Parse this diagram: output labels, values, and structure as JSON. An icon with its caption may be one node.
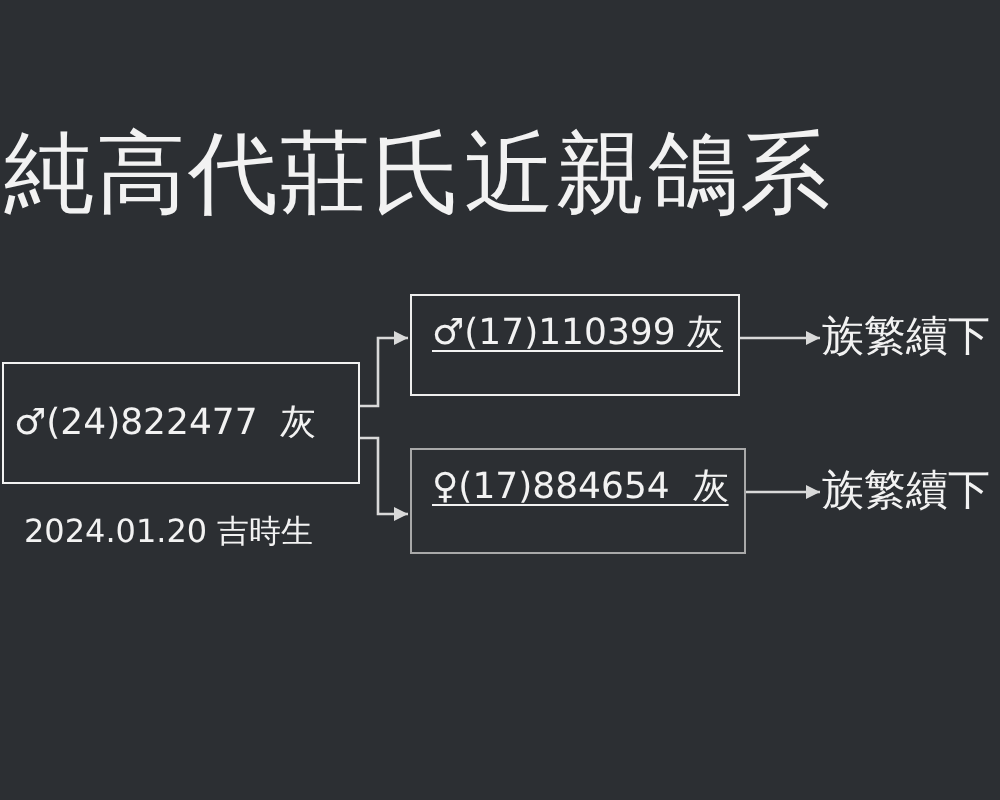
{
  "diagram": {
    "title": "純高代莊氏近親鴿系",
    "nodes": [
      {
        "text": [
          "♂(24)822477  灰"
        ],
        "beside": [
          "2024.01.20 吉時生"
        ]
      },
      {
        "text": [
          "♂(17)110399 灰"
        ]
      },
      {
        "text": [
          "♀(17)884654  灰"
        ]
      },
      {
        "text": [
          "族繁續下"
        ]
      },
      {
        "text": [
          "族繁續下"
        ]
      }
    ],
    "edges": [
      {
        "from": 0,
        "to": 1,
        "arrow": "to"
      },
      {
        "from": 0,
        "to": 2,
        "arrow": "to"
      },
      {
        "from": 1,
        "to": 3,
        "arrow": "to"
      },
      {
        "from": 2,
        "to": 4,
        "arrow": "to"
      }
    ]
  }
}
